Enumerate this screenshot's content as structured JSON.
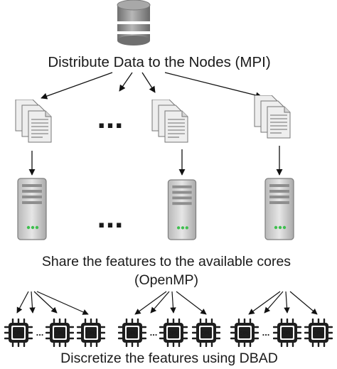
{
  "labels": {
    "distribute": "Distribute Data to the Nodes (MPI)",
    "share_line1": "Share the features to the available cores",
    "share_line2": "(OpenMP)",
    "discretize": "Discretize the features using DBAD"
  },
  "ellipsis": "...",
  "cpu_label": "CPU",
  "colors": {
    "text": "#1a1a1a",
    "line": "#111111",
    "database": "#8a8a8a",
    "server": "#c9c9c9",
    "server_led": "#3fbf4f",
    "cpu": "#1e1e1e"
  },
  "icons": [
    "database-icon",
    "documents-icon",
    "server-icon",
    "cpu-chip-icon"
  ]
}
